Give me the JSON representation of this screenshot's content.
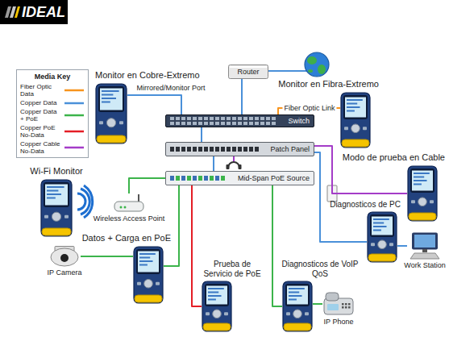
{
  "diagram": {
    "nodes": [
      {
        "text": [
          "Monitor en Cobre-Extremo"
        ]
      },
      {
        "text": [
          "Router"
        ]
      },
      {
        "text": [
          "Monitor en Fibra-Extremo"
        ]
      },
      {
        "text": [
          "Switch"
        ]
      },
      {
        "text": [
          "Patch Panel"
        ]
      },
      {
        "text": [
          "Modo de prueba en Cable"
        ]
      },
      {
        "text": [
          "Mid-Span PoE Source"
        ]
      },
      {
        "text": [
          "Wi-Fi Monitor"
        ]
      },
      {
        "text": [
          "Wireless Access Point"
        ]
      },
      {
        "text": [
          "Diagnosticos de PC"
        ]
      },
      {
        "text": [
          "Datos + Carga en PoE"
        ]
      },
      {
        "text": [
          "IP Camera"
        ]
      },
      {
        "text": [
          "Prueba de Servicio de PoE"
        ]
      },
      {
        "text": [
          "Diagnosticos de VoIP QoS"
        ]
      },
      {
        "text": [
          "Work Station"
        ]
      },
      {
        "text": [
          "IP Phone"
        ]
      }
    ],
    "edges": [
      {
        "from": 0,
        "to": 3,
        "arrow": "none",
        "label": "Mirrored/Monitor Port"
      },
      {
        "from": 1,
        "to": 3,
        "arrow": "none"
      },
      {
        "from": 3,
        "to": 2,
        "arrow": "none",
        "label": "Fiber Optic Link"
      },
      {
        "from": 3,
        "to": 4,
        "arrow": "none"
      },
      {
        "from": 4,
        "to": 6,
        "arrow": "none"
      },
      {
        "from": 4,
        "to": 5,
        "arrow": "none"
      },
      {
        "from": 6,
        "to": 8,
        "arrow": "none"
      },
      {
        "from": 6,
        "to": 10,
        "arrow": "none"
      },
      {
        "from": 10,
        "to": 11,
        "arrow": "none"
      },
      {
        "from": 6,
        "to": 12,
        "arrow": "none"
      },
      {
        "from": 6,
        "to": 13,
        "arrow": "none"
      },
      {
        "from": 13,
        "to": 15,
        "arrow": "none"
      },
      {
        "from": 4,
        "to": 9,
        "arrow": "none"
      },
      {
        "from": 9,
        "to": 14,
        "arrow": "none"
      }
    ],
    "labels": [
      "IDEAL",
      "Media Key"
    ],
    "legend": [
      {
        "text": "Fiber Optic Data"
      },
      {
        "text": "Copper Data"
      },
      {
        "text": "Copper Data + PoE"
      },
      {
        "text": "Copper PoE No-Data"
      },
      {
        "text": "Copper Cable No-Data"
      }
    ]
  }
}
